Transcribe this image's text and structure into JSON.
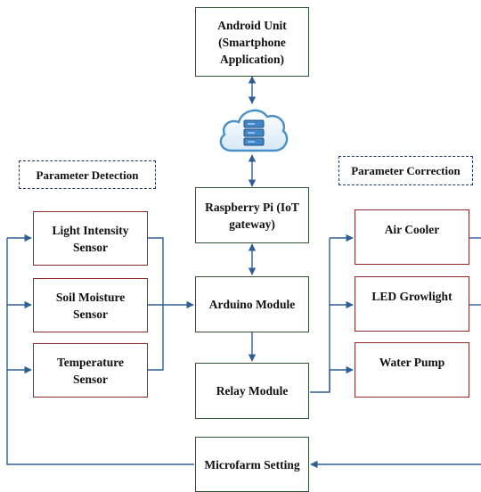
{
  "diagram": {
    "nodes": {
      "android": "Android Unit\n(Smartphone\nApplication)",
      "raspberry": "Raspberry Pi (IoT\ngateway)",
      "arduino": "Arduino Module",
      "relay": "Relay Module",
      "microfarm": "Microfarm Setting",
      "light": "Light Intensity\nSensor",
      "soil": "Soil Moisture\nSensor",
      "temp": "Temperature\nSensor",
      "aircooler": "Air Cooler",
      "led": "LED Growlight",
      "pump": "Water Pump"
    },
    "groups": {
      "detection": "Parameter Detection",
      "correction": "Parameter Correction"
    },
    "icons": {
      "cloud": "cloud-server-icon"
    },
    "colors": {
      "arrow": "#2e5f96",
      "central_border": "#2f5233",
      "peripheral_border": "#8b2a2a",
      "group_border": "#1f3763",
      "cloud": "#4a90c8"
    }
  }
}
